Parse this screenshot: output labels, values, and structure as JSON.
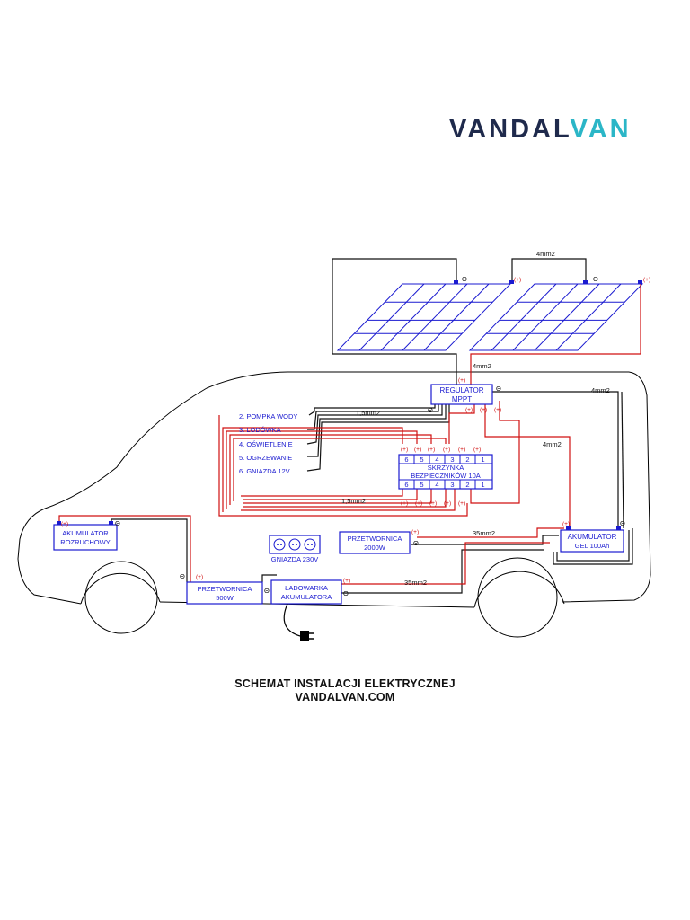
{
  "logo": {
    "part1": "VANDAL",
    "part2": "VAN",
    "color1": "#1f2a4c",
    "color2": "#2bb6c7"
  },
  "caption": {
    "line1": "SCHEMAT INSTALACJI ELEKTRYCZNEJ",
    "line2": "VANDALVAN.COM"
  },
  "colors": {
    "positive": "#d01010",
    "negative": "#111111",
    "component": "#1a1ad0",
    "outline": "#000000"
  },
  "components": {
    "regulator": [
      "REGULATOR",
      "MPPT"
    ],
    "fusebox": [
      "SKRZYNKA",
      "BEZPIECZNIKÓW 10A"
    ],
    "fuse_numbers": [
      "6",
      "5",
      "4",
      "3",
      "2",
      "1"
    ],
    "starter_battery": [
      "AKUMULATOR",
      "ROZRUCHOWY"
    ],
    "gel_battery": [
      "AKUMULATOR",
      "GEL 100Ah"
    ],
    "inverter_2000": [
      "PRZETWORNICA",
      "2000W"
    ],
    "inverter_500": [
      "PRZETWORNICA",
      "500W"
    ],
    "charger": [
      "ŁADOWARKA",
      "AKUMULATORA"
    ],
    "sockets_label": "GNIAZDA 230V"
  },
  "loads": [
    "2. POMPKA WODY",
    "3. LODÓWKA",
    "4. OŚWIETLENIE",
    "5. OGRZEWANIE",
    "6. GNIAZDA 12V"
  ],
  "wire_labels": {
    "panels_link": "4mm2",
    "panel_to_regulator": "4mm2",
    "regulator_to_gel": "4mm2",
    "regulator_loads": "1,5mm2",
    "fusebox_loads": "1,5mm2",
    "fuse_to_gel": "4mm2",
    "inverter2000_cable": "35mm2",
    "charger_cable": "35mm2"
  },
  "polarity": {
    "plus": "(+)",
    "minus": "Θ"
  }
}
